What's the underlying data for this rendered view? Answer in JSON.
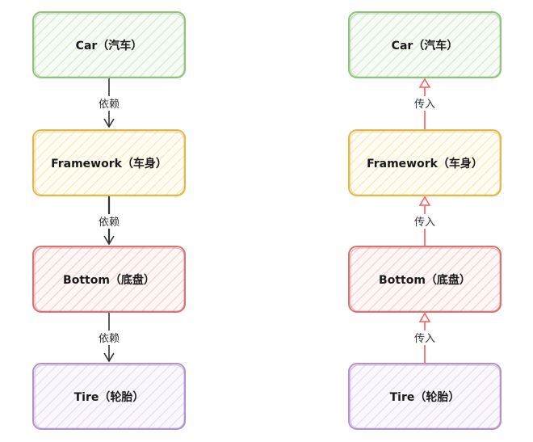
{
  "left_diagram": {
    "nodes": [
      {
        "id": "car",
        "label": "Car（汽车）",
        "stroke": "#82b366",
        "fill": "#d5e8d4"
      },
      {
        "id": "framework",
        "label": "Framework（车身）",
        "stroke": "#d6b656",
        "fill": "#fff2cc"
      },
      {
        "id": "bottom",
        "label": "Bottom（底盘）",
        "stroke": "#b85450",
        "fill": "#f8cecc"
      },
      {
        "id": "tire",
        "label": "Tire（轮胎）",
        "stroke": "#9673a6",
        "fill": "#e1d5e7"
      }
    ],
    "edges": [
      {
        "from": "car",
        "to": "framework",
        "label": "依赖",
        "color": "#333333"
      },
      {
        "from": "framework",
        "to": "bottom",
        "label": "依赖",
        "color": "#333333"
      },
      {
        "from": "bottom",
        "to": "tire",
        "label": "依赖",
        "color": "#333333"
      }
    ]
  },
  "right_diagram": {
    "nodes": [
      {
        "id": "car",
        "label": "Car（汽车）",
        "stroke": "#82b366",
        "fill": "#d5e8d4"
      },
      {
        "id": "framework",
        "label": "Framework（车身）",
        "stroke": "#d6b656",
        "fill": "#fff2cc"
      },
      {
        "id": "bottom",
        "label": "Bottom（底盘）",
        "stroke": "#b85450",
        "fill": "#f8cecc"
      },
      {
        "id": "tire",
        "label": "Tire（轮胎）",
        "stroke": "#9673a6",
        "fill": "#e1d5e7"
      }
    ],
    "edges": [
      {
        "from": "tire",
        "to": "bottom",
        "label": "传入",
        "color": "#ff5a5a"
      },
      {
        "from": "bottom",
        "to": "framework",
        "label": "传入",
        "color": "#ff5a5a"
      },
      {
        "from": "framework",
        "to": "car",
        "label": "传入",
        "color": "#ff5a5a"
      }
    ]
  }
}
